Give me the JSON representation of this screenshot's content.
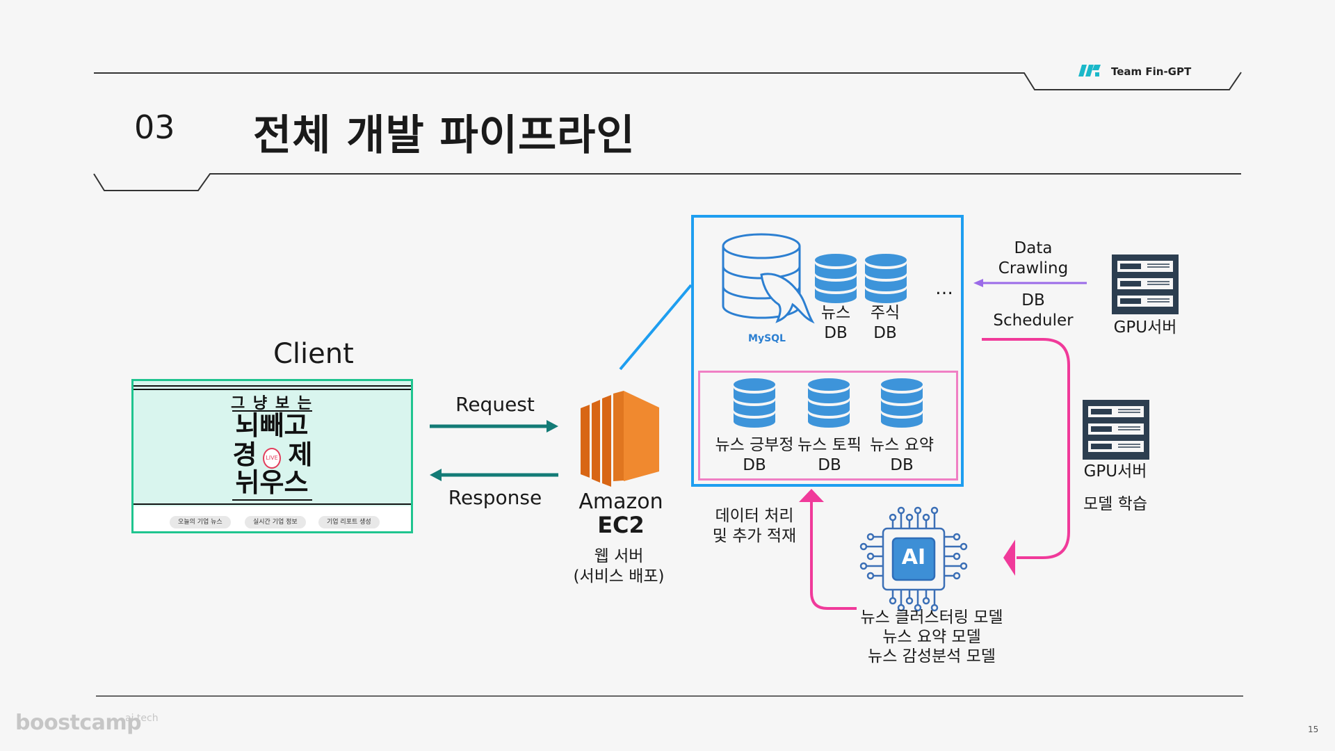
{
  "header": {
    "section_number": "03",
    "title": "전체 개발 파이프라인",
    "team": "Team Fin-GPT"
  },
  "client": {
    "title": "Client",
    "hero_line1": "그 냥 보 는",
    "hero_line2": "뇌빼고",
    "hero_line3a": "경",
    "hero_line3b": "제",
    "hero_badge": "LIVE",
    "hero_line4": "뉘우스",
    "tabs": [
      "오늘의 기업 뉴스",
      "실시간 기업 정보",
      "기업 리포트 생성"
    ]
  },
  "arrows": {
    "request": "Request",
    "response": "Response"
  },
  "ec2": {
    "brand": "Amazon",
    "name": "EC2",
    "desc_line1": "웹 서버",
    "desc_line2": "(서비스 배포)"
  },
  "storage": {
    "mysql_label": "MySQL",
    "news_db_line1": "뉴스",
    "news_db_line2": "DB",
    "stock_db_line1": "주식",
    "stock_db_line2": "DB",
    "ellipsis": "…",
    "model_dbs": [
      {
        "line1": "뉴스 긍부정",
        "line2": "DB"
      },
      {
        "line1": "뉴스 토픽",
        "line2": "DB"
      },
      {
        "line1": "뉴스 요약",
        "line2": "DB"
      }
    ]
  },
  "crawling": {
    "line1": "Data",
    "line2": "Crawling",
    "line3": "DB",
    "line4": "Scheduler"
  },
  "gpu_servers": [
    {
      "label": "GPU서버"
    },
    {
      "label": "GPU서버",
      "caption": "모델 학습"
    }
  ],
  "processing": {
    "line1": "데이터 처리",
    "line2": "및 추가 적재"
  },
  "ai": {
    "chip_label": "AI",
    "models": [
      "뉴스 클러스터링 모델",
      "뉴스 요약 모델",
      "뉴스 감성분석 모델"
    ]
  },
  "footer": {
    "brand": "boostcamp",
    "brand_sup": "ai tech",
    "page": "15"
  },
  "colors": {
    "teal_arrow": "#137b76",
    "blue_box": "#1e9ef0",
    "pink_arrow": "#f03a9a",
    "purple_arrow": "#9b6be8",
    "db_blue": "#3d94da",
    "ec2_orange": "#f0892f",
    "client_border": "#1fc48f"
  }
}
